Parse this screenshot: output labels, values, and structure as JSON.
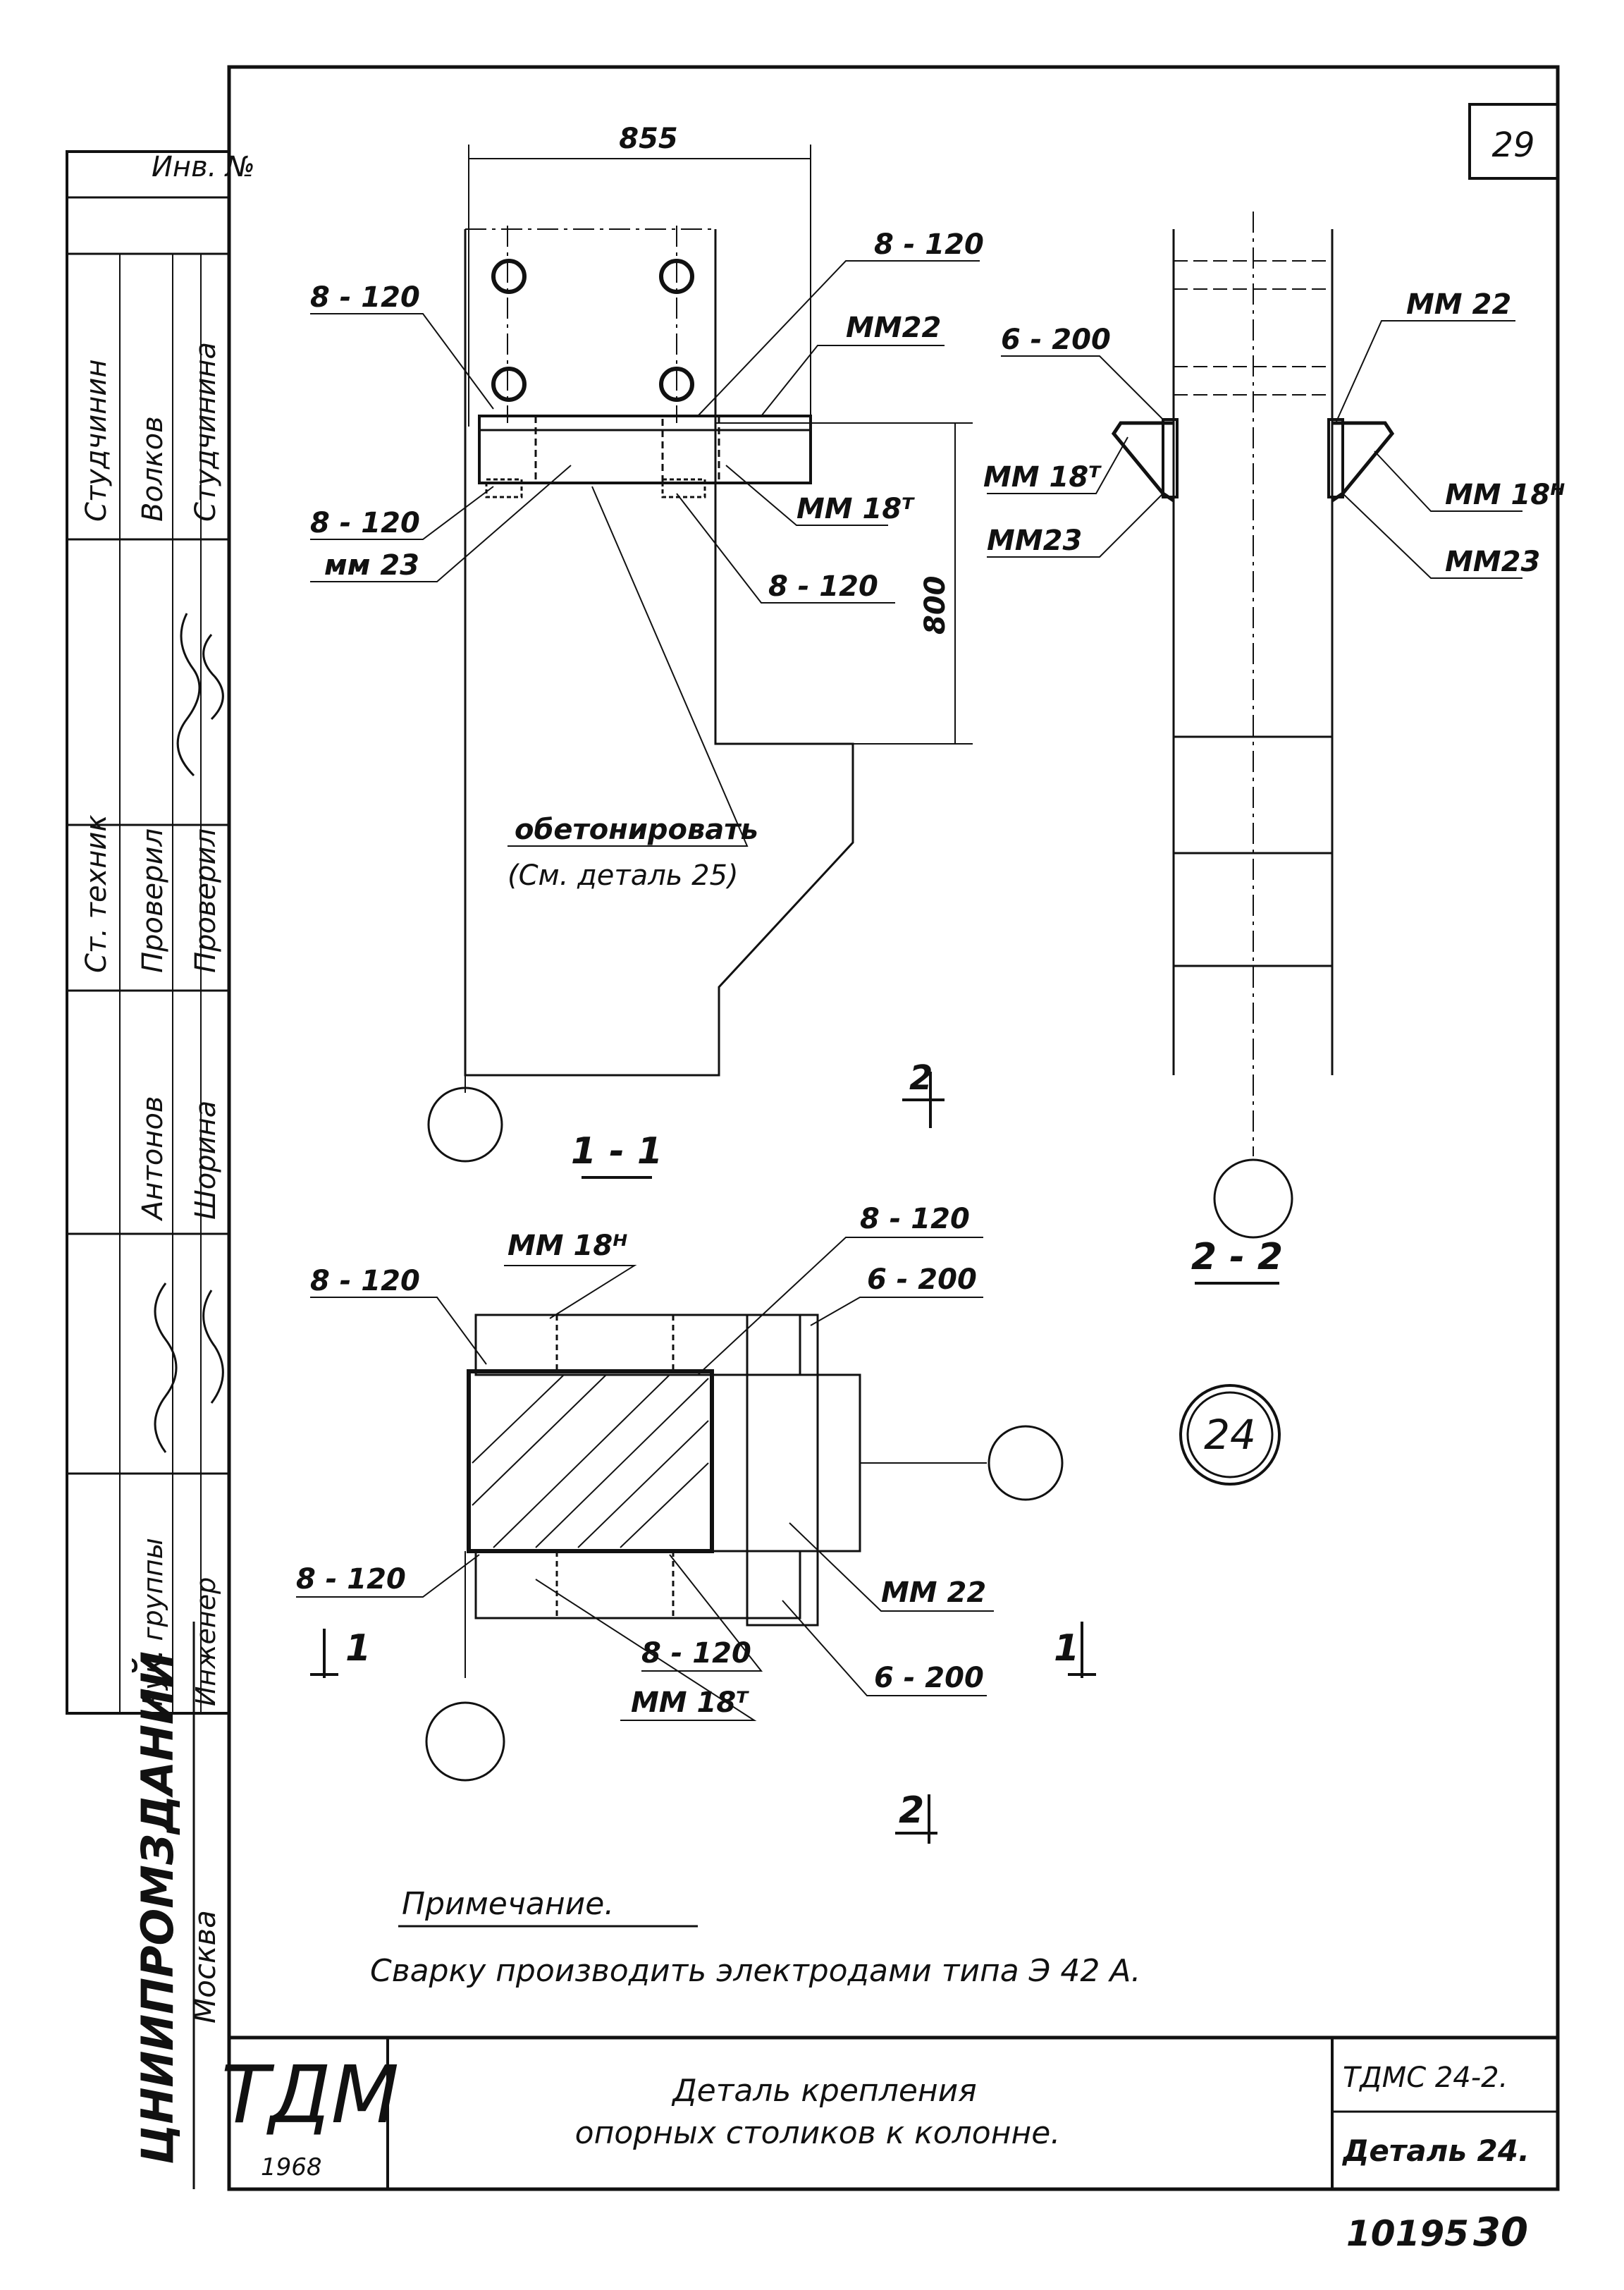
{
  "sheet": {
    "page_number": "29",
    "inv_label": "Инв. №",
    "detail_badge": "24",
    "footer_number": "10195",
    "footer_page": "30"
  },
  "side_stamp": {
    "col_positions": [
      "Рук. группы",
      "Инженер"
    ],
    "rows": [
      {
        "role": "Студчинин",
        "name": "Студчинина"
      },
      {
        "role": "Волков",
        "name": ""
      },
      {
        "role": "Ст. техник",
        "name": "Проверил"
      },
      {
        "role": "",
        "name": "Проверил"
      },
      {
        "role": "Антонов",
        "name": "Шорина"
      }
    ],
    "org": "ЦНИИПРОМЗДАНИЙ",
    "city": "Москва"
  },
  "view_1_1": {
    "dim_top": "855",
    "dim_side": "800",
    "labels": {
      "tl_weld": "8 - 120",
      "tr_weld": "8 - 120",
      "mm22": "ММ22",
      "ml_weld": "8 - 120",
      "mm23": "мм 23",
      "mm18t": "ММ 18ᵀ",
      "mr_weld": "8 - 120",
      "concrete_1": "обетонировать",
      "concrete_2": "(См. деталь 25)"
    },
    "section_title": "1 - 1",
    "cut_marker": "2"
  },
  "view_2_2": {
    "labels": {
      "weld_6_200": "6 - 200",
      "mm22": "ММ 22",
      "mm18t": "ММ 18ᵀ",
      "mm18h": "ММ 18ᴴ",
      "mm23_l": "ММ23",
      "mm23_r": "ММ23"
    },
    "section_title": "2 - 2"
  },
  "plan": {
    "labels": {
      "top_weld": "8 - 120",
      "mm18h": "ММ 18ᴴ",
      "tl_weld": "8 - 120",
      "tr_weld": "6 - 200",
      "bl_weld": "8 - 120",
      "mm22": "ММ 22",
      "bm_weld": "8 - 120",
      "mm18t": "ММ 18ᵀ",
      "br_weld": "6 - 200"
    },
    "cut_left": "1",
    "cut_right": "1",
    "cut_bottom": "2"
  },
  "note": {
    "title": "Примечание.",
    "text": "Сварку производить электродами типа Э 42 А."
  },
  "title_block": {
    "logo": "ТДМ",
    "year": "1968",
    "title_line1": "Деталь крепления",
    "title_line2": "опорных столиков к колонне.",
    "code": "ТДМС 24-2.",
    "detail": "Деталь 24."
  }
}
